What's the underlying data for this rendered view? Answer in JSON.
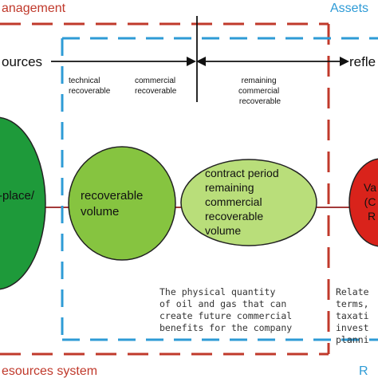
{
  "labels": {
    "top_left": "anagement",
    "top_right": "Assets",
    "bottom_left": "esources system",
    "bottom_right": "R",
    "resources_arrow": "ources",
    "reflect_arrow": "refle",
    "technical_recoverable": [
      "technical",
      "recoverable"
    ],
    "commercial_recoverable": [
      "commercial",
      "recoverable"
    ],
    "remaining_commercial_recoverable": [
      "remaining",
      "commercial",
      "recoverable"
    ]
  },
  "ellipses": {
    "in_place": [
      "-place/"
    ],
    "recoverable": [
      "recoverable",
      "volume"
    ],
    "contract": [
      "contract period",
      "remaining",
      "commercial",
      "recoverable",
      "volume"
    ],
    "value": [
      "Va",
      "(C",
      "R"
    ]
  },
  "notes": {
    "physical_quantity": [
      "The physical quantity",
      "of oil and gas that can",
      "create future commercial",
      "benefits for the company"
    ],
    "related": [
      "Relate",
      "terms,",
      "taxati",
      "invest",
      "planni"
    ]
  },
  "colors": {
    "red_dash": "#c0392b",
    "blue_dash": "#2e9bd6",
    "dark_green": "#1e9a3a",
    "mid_green": "#86c440",
    "light_green": "#b9de7a",
    "red_fill": "#d9231b",
    "connector": "#a33a3a"
  }
}
